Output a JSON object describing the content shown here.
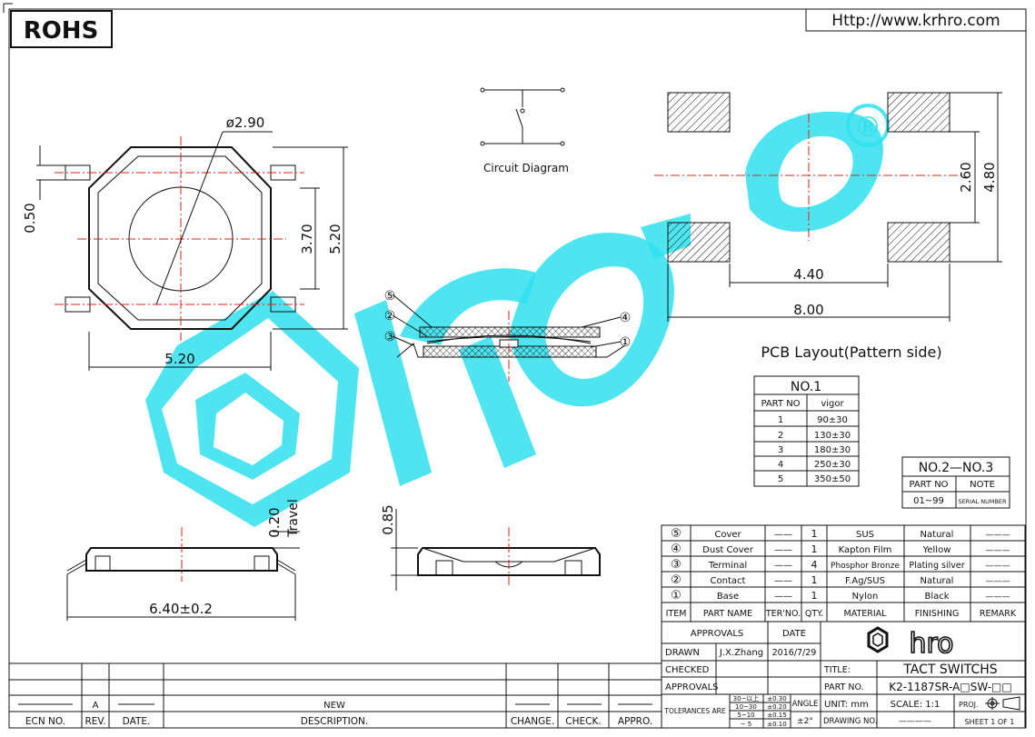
{
  "header": {
    "rohs": "ROHS",
    "website": "Http://www.krhro.com"
  },
  "dims": {
    "dia": "ø2.90",
    "d050": "0.50",
    "d370": "3.70",
    "d520v": "5.20",
    "d520h": "5.20",
    "d260": "2.60",
    "d480": "4.80",
    "d440": "4.40",
    "d800": "8.00",
    "d085": "0.85",
    "d020": "0.20",
    "travel": "Travel",
    "d640": "6.40±0.2"
  },
  "labels": {
    "circuit": "Circuit Diagram",
    "pcb": "PCB Layout(Pattern side)",
    "reg": "®"
  },
  "callouts": [
    "⑤",
    "②",
    "③",
    "④",
    "①"
  ],
  "force_table": {
    "title": "NO.1",
    "headers": [
      "PART NO",
      "vigor"
    ],
    "rows": [
      [
        "1",
        "90±30"
      ],
      [
        "2",
        "130±30"
      ],
      [
        "3",
        "180±30"
      ],
      [
        "4",
        "250±30"
      ],
      [
        "5",
        "350±50"
      ]
    ]
  },
  "serial_table": {
    "title": "NO.2—NO.3",
    "headers": [
      "PART NO",
      "NOTE"
    ],
    "row": [
      "01~99",
      "SERIAL NUMBER"
    ]
  },
  "bom": {
    "rows": [
      [
        "⑤",
        "Cover",
        "——",
        "1",
        "SUS",
        "Natural",
        "———"
      ],
      [
        "④",
        "Dust Cover",
        "——",
        "1",
        "Kapton Film",
        "Yellow",
        "———"
      ],
      [
        "③",
        "Terminal",
        "——",
        "4",
        "Phosphor Bronze",
        "Plating silver",
        "———"
      ],
      [
        "②",
        "Contact",
        "——",
        "1",
        "F.Ag/SUS",
        "Natural",
        "———"
      ],
      [
        "①",
        "Base",
        "——",
        "1",
        "Nylon",
        "Black",
        "———"
      ]
    ],
    "headers": [
      "ITEM",
      "PART NAME",
      "TER'NO.",
      "QTY.",
      "MATERIAL",
      "FINISHING",
      "REMARK"
    ]
  },
  "title_block": {
    "approvals": "APPROVALS",
    "date": "DATE",
    "drawn": "DRAWN",
    "drawn_by": "J.X.Zhang",
    "drawn_date": "2016/7/29",
    "checked": "CHECKED",
    "approvals2": "APPROVALS",
    "tolerances": "TOLERANCES ARE",
    "tol_ranges": [
      "30~以上",
      "10~30",
      "5~10",
      "~ 5"
    ],
    "tol_values": [
      "±0.30",
      "±0.20",
      "±0.15",
      "±0.10"
    ],
    "angle": "ANGLE",
    "angle_val": "±2°",
    "title_label": "TITLE:",
    "title": "TACT SWITCHS",
    "part_label": "PART NO.",
    "part": "K2-1187SR-A□SW-□□",
    "unit": "UNIT: mm",
    "scale": "SCALE:  1:1",
    "proj": "PROJ.",
    "drawing_no": "DRAWING NO.",
    "drawing_val": "————",
    "sheet": "SHEET   1  OF  1",
    "logo": "hro"
  },
  "revision": {
    "a": "A",
    "new": "NEW",
    "headers": [
      "ECN NO.",
      "REV.",
      "DATE.",
      "DESCRIPTION.",
      "CHANGE.",
      "CHECK.",
      "APPRO."
    ]
  }
}
